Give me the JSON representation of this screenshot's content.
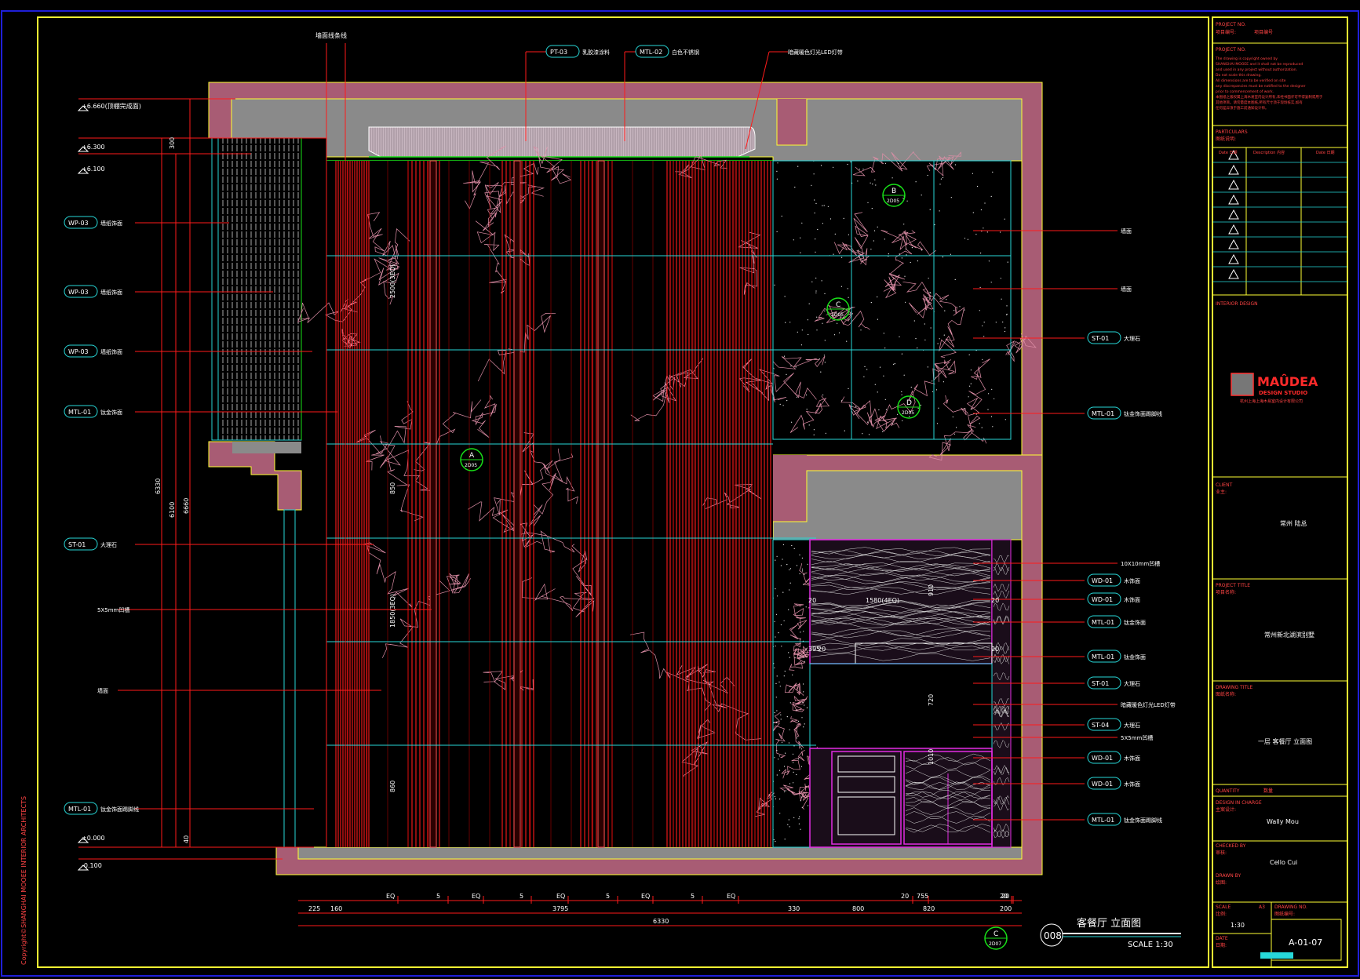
{
  "drawing": {
    "copyright": "Copyright©SHANGHAI MOOEE INTERIOR ARCHITECTS",
    "top_note": "墙面线条线",
    "level_tags": [
      "+6.660(顶棚完成面)",
      "+6.300",
      "+6.100",
      "±0.000",
      "-0.100"
    ],
    "top_callouts": [
      {
        "code": "PT-03",
        "desc": "乳胶漆涂料"
      },
      {
        "code": "MTL-02",
        "desc": "白色不锈钢"
      },
      {
        "code": "",
        "desc": "暗藏暖色灯光LED灯带"
      }
    ],
    "left_callouts": [
      {
        "code": "WP-03",
        "desc": "墙纸饰面"
      },
      {
        "code": "WP-03",
        "desc": "墙纸饰面"
      },
      {
        "code": "WP-03",
        "desc": "墙纸饰面"
      },
      {
        "code": "MTL-01",
        "desc": "钛金饰面"
      },
      {
        "code": "ST-01",
        "desc": "大理石"
      },
      {
        "code": "",
        "desc": "5X5mm凹槽"
      },
      {
        "code": "",
        "desc": "墙面"
      },
      {
        "code": "MTL-01",
        "desc": "钛金饰面踢脚线"
      }
    ],
    "right_callouts": [
      {
        "code": "",
        "desc": "墙面"
      },
      {
        "code": "",
        "desc": "墙面"
      },
      {
        "code": "ST-01",
        "desc": "大理石"
      },
      {
        "code": "MTL-01",
        "desc": "钛金饰面踢脚线"
      },
      {
        "code": "",
        "desc": "10X10mm凹槽"
      },
      {
        "code": "WD-01",
        "desc": "木饰面"
      },
      {
        "code": "WD-01",
        "desc": "木饰面"
      },
      {
        "code": "MTL-01",
        "desc": "钛金饰面"
      },
      {
        "code": "MTL-01",
        "desc": "钛金饰面"
      },
      {
        "code": "ST-01",
        "desc": "大理石"
      },
      {
        "code": "",
        "desc": "暗藏暖色灯光LED灯带"
      },
      {
        "code": "ST-04",
        "desc": "大理石"
      },
      {
        "code": "",
        "desc": "5X5mm凹槽"
      },
      {
        "code": "WD-01",
        "desc": "木饰面"
      },
      {
        "code": "WD-01",
        "desc": "木饰面"
      },
      {
        "code": "MTL-01",
        "desc": "钛金饰面踢脚线"
      }
    ],
    "section_marks": [
      {
        "letter": "B",
        "sheet": "2D05"
      },
      {
        "letter": "C",
        "sheet": "2D05"
      },
      {
        "letter": "D",
        "sheet": "2D05"
      },
      {
        "letter": "A",
        "sheet": "2D05"
      },
      {
        "letter": "C",
        "sheet": "2D07"
      }
    ],
    "vertical_dims": [
      "300",
      "2500(3EQ)",
      "850",
      "1850(3EQ)",
      "860",
      "6330",
      "6100",
      "6660",
      "40",
      "910",
      "720",
      "1010"
    ],
    "cabinet_dims": [
      "1580(4EQ)",
      "395",
      "20",
      "20",
      "20",
      "20",
      "20"
    ],
    "bottom_dims_row1": [
      "EQ",
      "5",
      "EQ",
      "5",
      "EQ",
      "5",
      "EQ",
      "5",
      "EQ",
      "20",
      "755",
      "20",
      "20"
    ],
    "bottom_dims_row2": [
      "225",
      "160",
      "3795",
      "330",
      "800",
      "820",
      "200"
    ],
    "total_dim": "6330",
    "title_number": "008",
    "title_text": "客餐厅 立面图",
    "scale_text": "SCALE 1:30"
  },
  "titleblock": {
    "project_no_label": "PROJECT NO.",
    "project_no_sub": "项目编号:",
    "project_no_value": "项目编号",
    "project_notes_label": "PROJECT NO.",
    "notes_lines": [
      "The drawing is copyright owned by",
      "SHANGHAI MOOEE and it shall not be reproduced",
      "and used in any project without authorization.",
      "Do not scale this drawing.",
      "All dimensions are to be verified on site",
      "any discrepancies must be notified to the designer",
      "prior to commencement of work.",
      "本图纸之版权属上海木易室内设计所有,未经书面许可不得复制或用于",
      "其他项目。请勿量度本图纸,所有尺寸须于现场核实,如有",
      "任何差异须于施工前通知设计师。"
    ],
    "particulars_label": "PARTICULARS",
    "particulars_sub": "图纸说明:",
    "rev_headers": [
      "Date 日期",
      "Description 内容",
      "Date 日期"
    ],
    "interior_design_label": "INTERIOR DESIGN",
    "logo_main": "MAÛDEA",
    "logo_sub": "DESIGN STUDIO",
    "logo_caption": "杭州上海上海木易室内设计有限公司",
    "client_label": "CLIENT",
    "client_sub": "业主:",
    "client_value": "常州 陆总",
    "project_title_label": "PROJECT TITLE",
    "project_title_sub": "项目名称:",
    "project_title_value": "常州新北湖滨别墅",
    "drawing_title_label": "DRAWING TITLE",
    "drawing_title_sub": "图纸名称:",
    "drawing_title_value": "一层 客餐厅 立面图",
    "quantity_label": "QUANTITY",
    "quantity_value": "数量",
    "design_label": "DESIGN IN CHARGE",
    "design_sub": "主案设计:",
    "design_value": "Wally Mou",
    "checked_label": "CHECKED BY",
    "checked_sub": "审核:",
    "checked_value": "Cello Cui",
    "drawn_label": "DRAWN BY",
    "drawn_sub": "绘图:",
    "scale_label": "SCALE",
    "scale_sub": "比例:",
    "scale_paper": "A3",
    "scale_value": "1:30",
    "drawing_no_label": "DRAWING NO.",
    "drawing_no_sub": "图纸编号:",
    "drawing_no_value": "A-01-07",
    "date_label": "DATE",
    "date_sub": "日期:"
  },
  "colors": {
    "background": "#000000",
    "frame": "#1f1fd8",
    "border": "#ffff33",
    "wall": "#a85c74",
    "ceiling": "#8a8a8a",
    "red": "#ff1a1a",
    "cyan": "#27d8d8",
    "magenta": "#e22ce2",
    "pink_line": "#e08fa8",
    "green": "#18e018",
    "white": "#ffffff"
  }
}
